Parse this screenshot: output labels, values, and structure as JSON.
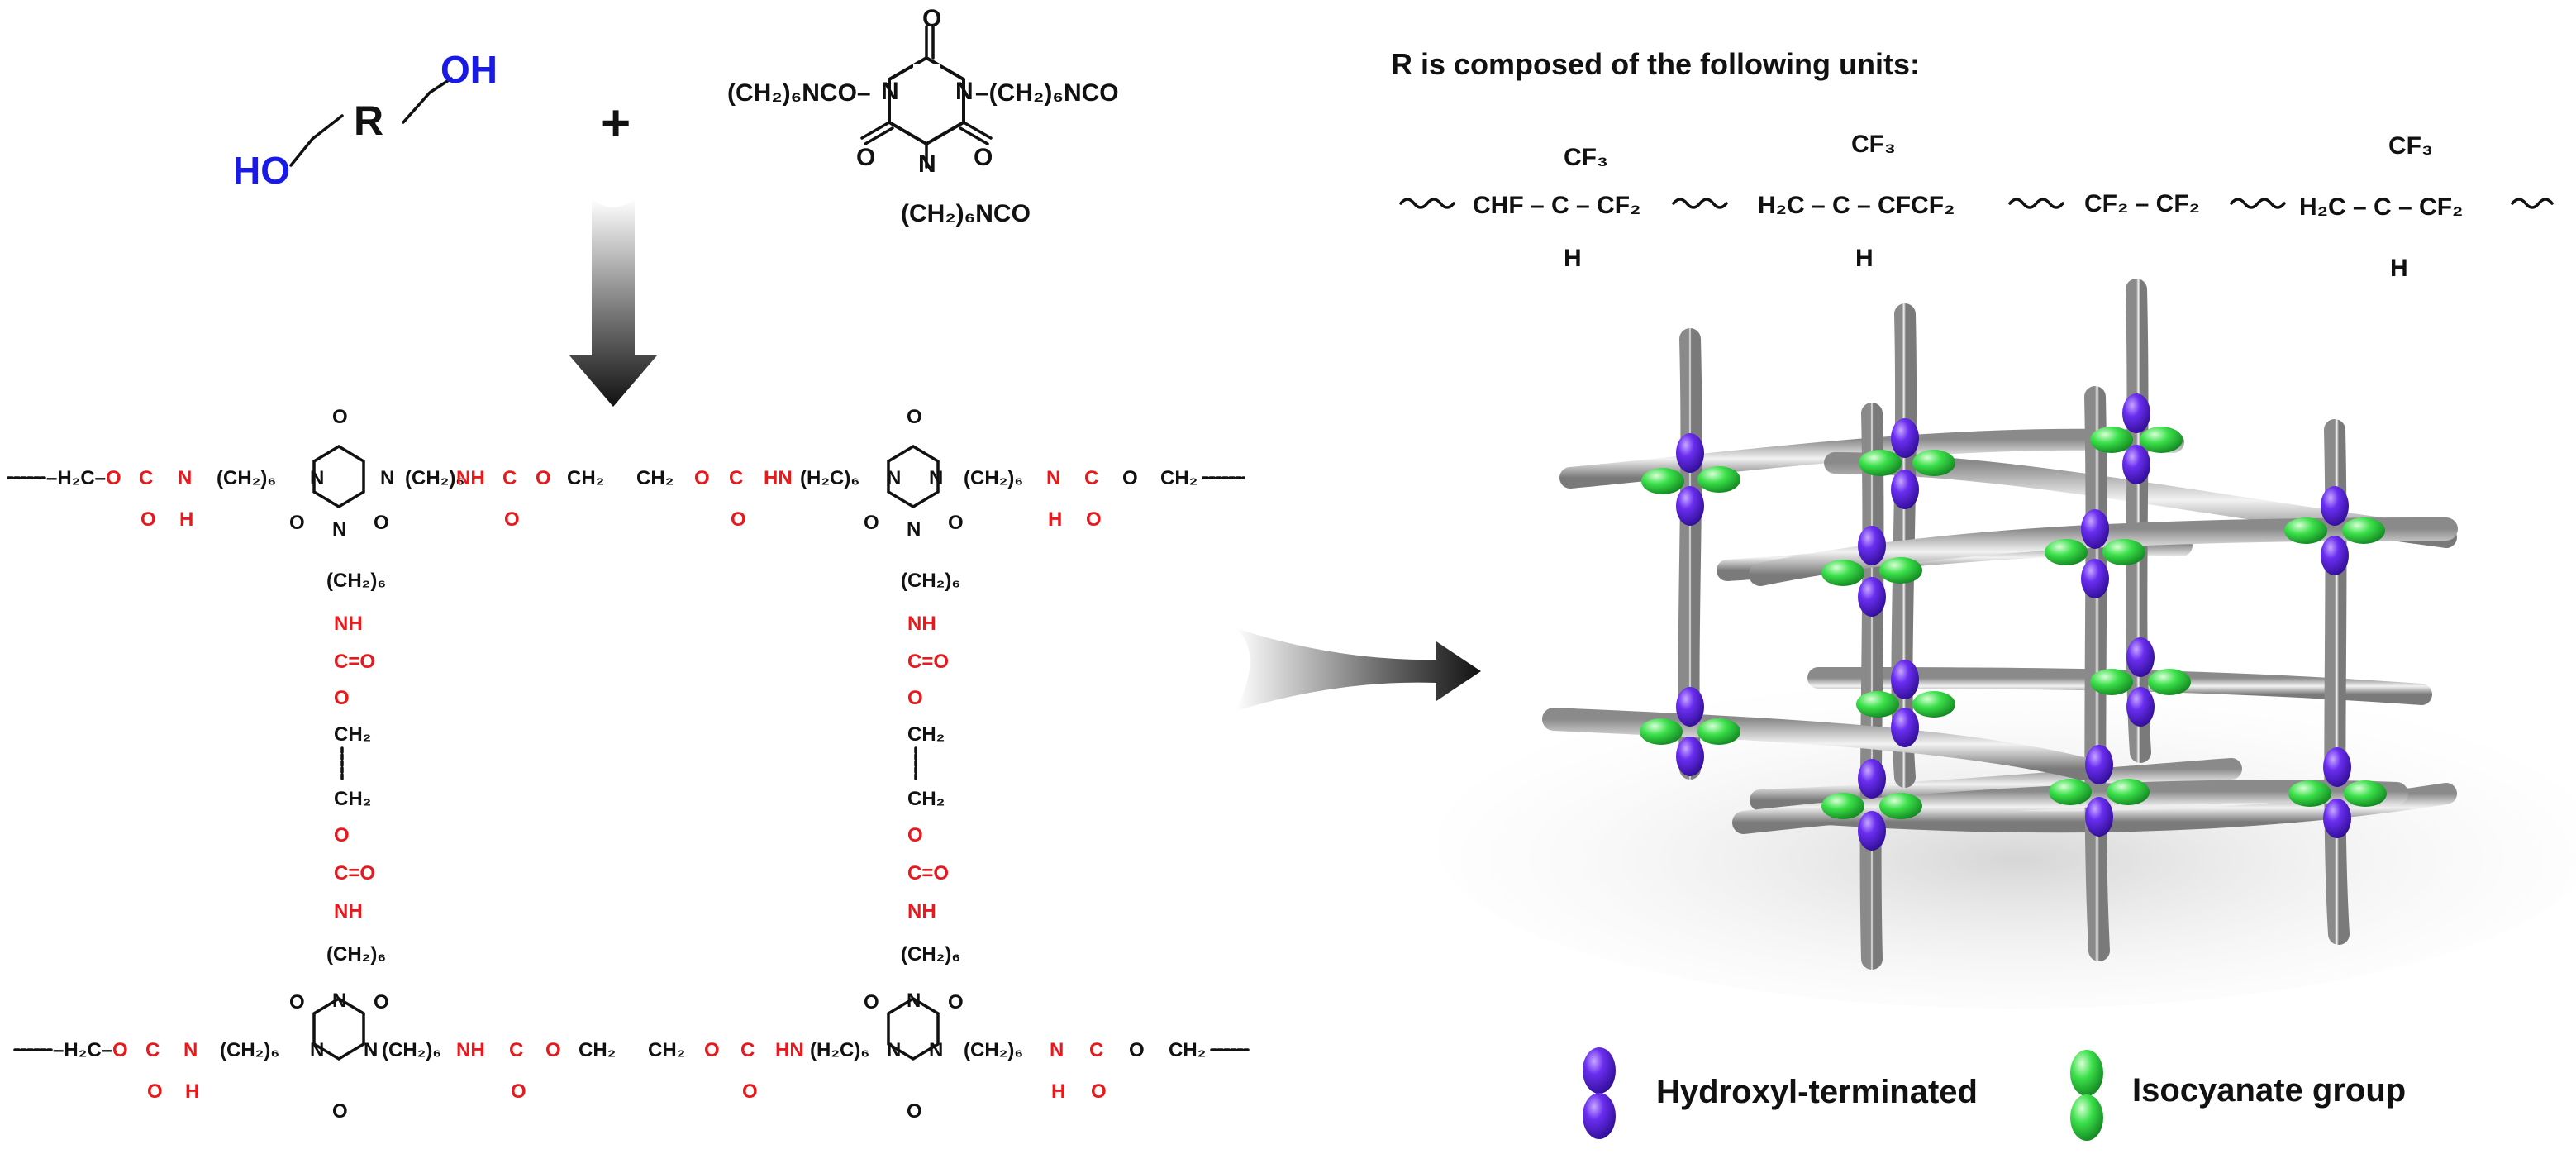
{
  "reactants": {
    "diol": {
      "oh_top": "OH",
      "oh_bottom": "HO",
      "r_label": "R"
    },
    "plus": "+",
    "isocyanurate": {
      "top_o": "O",
      "left_arm": "(CH₂)₆NCO–",
      "right_arm": "–(CH₂)₆NCO",
      "bottom_arm": "(CH₂)₆NCO",
      "n": "N",
      "o": "O"
    }
  },
  "network_formula": {
    "chain_start": "–H₂C–",
    "o": "O",
    "c": "C",
    "n": "N",
    "h": "H",
    "nh": "NH",
    "hn": "HN",
    "ch2": "CH₂",
    "ch2_6": "(CH₂)₆",
    "h2c_6": "(H₂C)₆",
    "co_double": "C=O",
    "chain_end": "CH₂"
  },
  "r_units": {
    "heading": "R is composed of the following units:",
    "units": [
      {
        "main": "CHF – C – CF₂",
        "top": "CF₃",
        "bottom": "H"
      },
      {
        "main": "H₂C – C – CFCF₂",
        "top": "CF₃",
        "bottom": "H"
      },
      {
        "main": "CF₂ – CF₂",
        "top": "",
        "bottom": ""
      },
      {
        "main": "H₂C – C – CF₂",
        "top": "CF₃",
        "bottom": "H"
      }
    ]
  },
  "legend": {
    "hydroxyl": "Hydroxyl-terminated",
    "isocyanate": "Isocyanate group"
  },
  "colors": {
    "hydroxyl": "#5a1fd1",
    "isocyanate": "#2fcf3a",
    "urethane": "#e8191c",
    "diol_oh": "#1a1ae6",
    "strand": "#b8b8b8"
  }
}
